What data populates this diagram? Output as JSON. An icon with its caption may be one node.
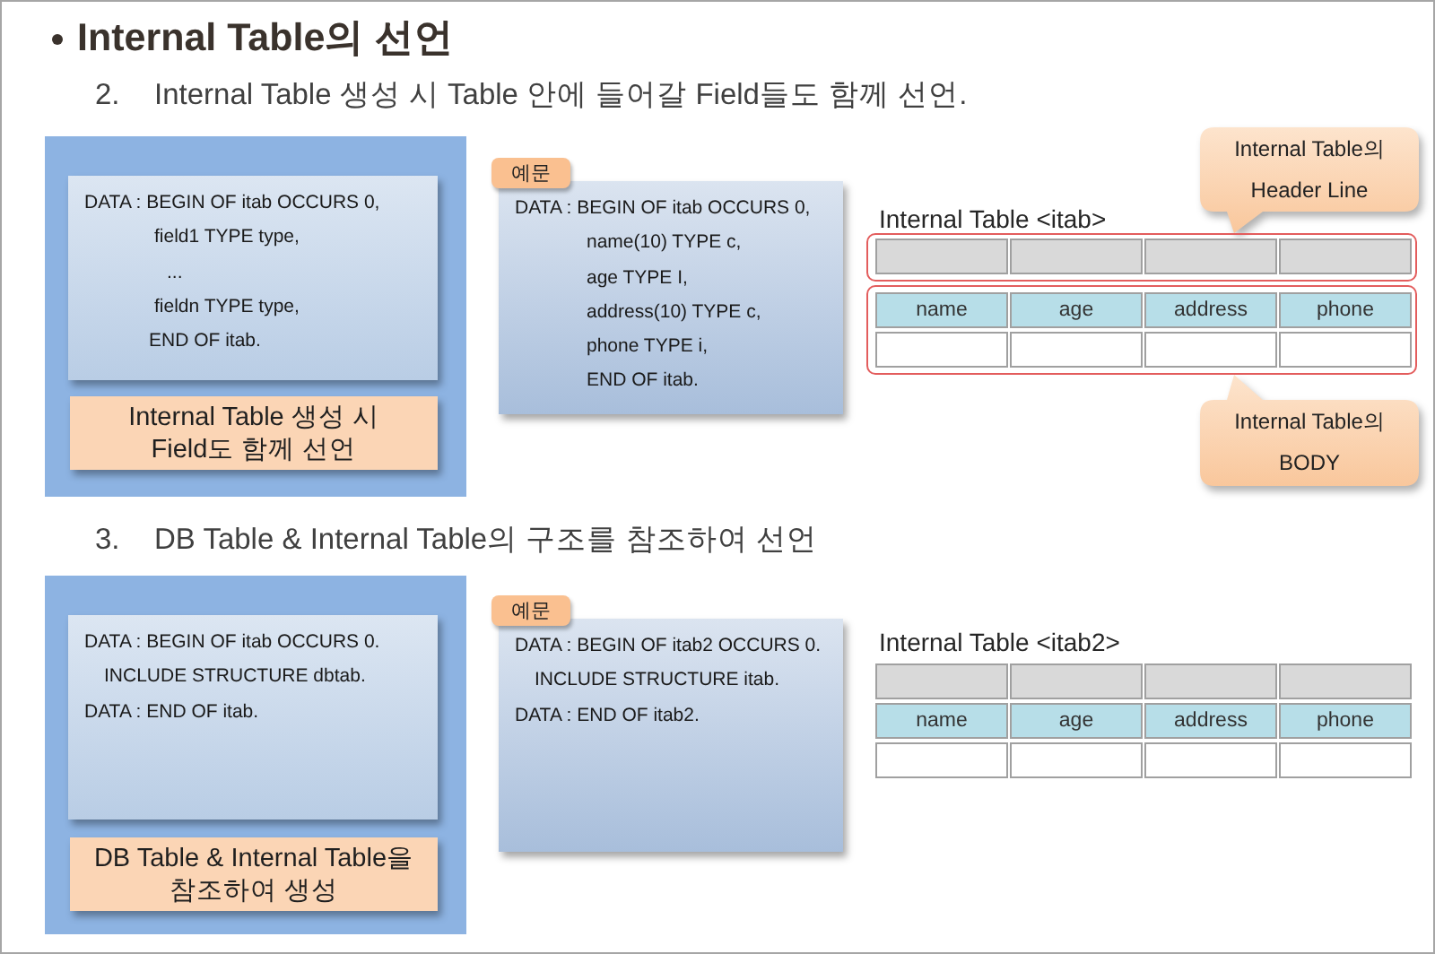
{
  "diagram": {
    "title": "Internal Table의 선언",
    "nodes": [
      {
        "text": [],
        "shape": "box"
      },
      {
        "text": [
          "DATA : BEGIN OF itab OCCURS 0,",
          "field1 TYPE type,",
          "...",
          "fieldn TYPE type,",
          "END OF itab."
        ],
        "in": 0
      },
      {
        "text": [
          "Internal Table 생성 시 Field도 함께 선언"
        ],
        "in": 0
      },
      {
        "text": [
          "예문"
        ]
      },
      {
        "text": [
          "DATA : BEGIN OF itab OCCURS 0,",
          "name(10) TYPE c,",
          "age TYPE I,",
          "address(10) TYPE c,",
          "phone TYPE i,",
          "END OF itab."
        ]
      },
      {
        "text": [
          "Internal Table의 Header Line"
        ]
      },
      {
        "text": [],
        "shape": "box"
      },
      {
        "text": [],
        "shape": "box"
      },
      {
        "text": [
          "Internal Table의 BODY"
        ]
      },
      {
        "text": [],
        "shape": "box"
      },
      {
        "text": [
          "DATA : BEGIN OF itab OCCURS 0.",
          "INCLUDE STRUCTURE dbtab.",
          "DATA : END OF itab."
        ],
        "in": 9
      },
      {
        "text": [
          "DB Table & Internal Table을 참조하여 생성"
        ],
        "in": 9
      },
      {
        "text": [
          "예문"
        ]
      },
      {
        "text": [
          "DATA : BEGIN OF itab2 OCCURS 0.",
          "INCLUDE STRUCTURE itab.",
          "DATA : END OF itab2."
        ]
      }
    ],
    "labels": [
      "2.",
      "Internal Table 생성 시 Table 안에 들어갈 Field들도 함께 선언.",
      "Internal Table <itab>",
      "name",
      "age",
      "address",
      "phone",
      "3.",
      "DB Table & Internal Table의 구조를 참조하여 선언",
      "Internal Table <itab2>",
      "name",
      "age",
      "address",
      "phone"
    ]
  }
}
